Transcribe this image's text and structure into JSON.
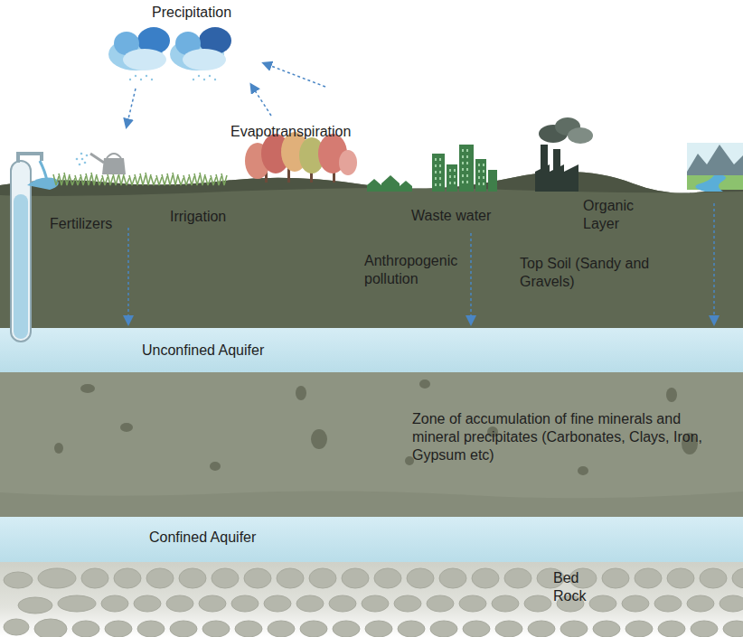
{
  "diagram": {
    "nodes": [
      {
        "text": [
          "Unconfined Aquifer"
        ]
      },
      {
        "text": [
          "Zone of accumulation of fine minerals and mineral precipitates (Carbonates, Clays, Iron, Gypsum etc)"
        ]
      },
      {
        "text": [
          "Confined Aquifer"
        ]
      },
      {
        "text": [
          "Bed Rock"
        ]
      }
    ],
    "labels": [
      "Precipitation",
      "Evapotranspiration",
      "Fertilizers",
      "Irrigation",
      "Waste water",
      "Organic Layer",
      "Anthropogenic pollution",
      "Top Soil (Sandy and Gravels)"
    ]
  }
}
